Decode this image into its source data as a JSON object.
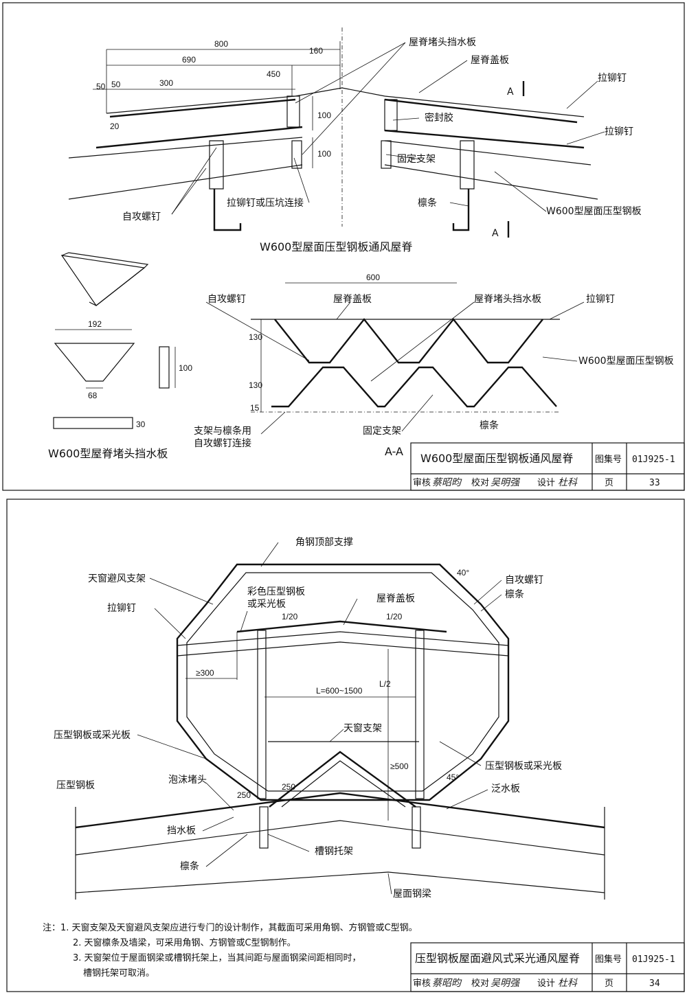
{
  "sheet1": {
    "view_title": "W600型屋面压型钢板通风屋脊",
    "dims": {
      "d800": "800",
      "d690": "690",
      "d160": "160",
      "d50a": "50",
      "d50b": "50",
      "d300": "300",
      "d450": "450",
      "d20": "20",
      "d100a": "100",
      "d100b": "100"
    },
    "labels": {
      "end_plate": "屋脊堵头挡水板",
      "ridge_cover": "屋脊盖板",
      "rivet1": "拉铆钉",
      "sealant": "密封胶",
      "rivet2": "拉铆钉",
      "fixed_bracket": "固定支架",
      "self_screw": "自攻螺钉",
      "rivet_or_press": "拉铆钉或压坑连接",
      "purlin": "檩条",
      "w600_plate": "W600型屋面压型钢板",
      "sec_a_top": "A",
      "sec_a_bot": "A"
    },
    "section": {
      "title": "A-A",
      "d600": "600",
      "d130a": "130",
      "d130b": "130",
      "d15": "15",
      "self_screw": "自攻螺钉",
      "ridge_cover": "屋脊盖板",
      "end_plate": "屋脊堵头挡水板",
      "rivet": "拉铆钉",
      "w600_plate": "W600型屋面压型钢板",
      "bracket_conn_1": "支架与檩条用",
      "bracket_conn_2": "自攻螺钉连接",
      "fixed_bracket": "固定支架",
      "purlin": "檩条"
    },
    "part": {
      "title": "W600型屋脊堵头挡水板",
      "d192": "192",
      "d68": "68",
      "d100": "100",
      "d30": "30"
    },
    "title_block": {
      "title": "W600型屋面压型钢板通风屋脊",
      "atlas_label": "图集号",
      "atlas_no": "01J925-1",
      "review_label": "审核",
      "review_sig": "蔡昭昀",
      "check_label": "校对",
      "check_sig": "吴明强",
      "design_label": "设计",
      "design_sig": "杜科",
      "page_label": "页",
      "page_no": "33"
    }
  },
  "sheet2": {
    "labels": {
      "angle_top": "角钢顶部支撑",
      "skylight_bracket": "天窗避风支架",
      "rivet": "拉铆钉",
      "color_plate_1": "彩色压型钢板",
      "color_plate_2": "或采光板",
      "ridge_cover": "屋脊盖板",
      "angle40": "40°",
      "self_screw": "自攻螺钉",
      "purlin_top": "檩条",
      "slope_left": "1/20",
      "slope_right": "1/20",
      "ge300": "≥300",
      "span": "L=600~1500",
      "half": "L/2",
      "plate_or_light_left": "压型钢板或采光板",
      "skylight_frame": "天窗支架",
      "ge500": "≥500",
      "plate_or_light_right": "压型钢板或采光板",
      "angle45": "45°",
      "foam_plug": "泡沫堵头",
      "d250a": "250",
      "d250b": "250",
      "flashing": "泛水板",
      "pressed_plate": "压型钢板",
      "water_board": "挡水板",
      "purlin_bot": "檩条",
      "channel_bracket": "槽钢托架",
      "roof_beam": "屋面钢梁"
    },
    "notes": [
      "注：1. 天窗支架及天窗避风支架应进行专门的设计制作，其截面可采用角钢、方钢管或C型钢。",
      "2. 天窗檩条及墙梁，可采用角钢、方钢管或C型钢制作。",
      "3. 天窗架位于屋面钢梁或槽钢托架上，当其间距与屋面钢梁间距相同时，",
      "槽钢托架可取消。"
    ],
    "title_block": {
      "title": "压型钢板屋面避风式采光通风屋脊",
      "atlas_label": "图集号",
      "atlas_no": "01J925-1",
      "review_label": "审核",
      "review_sig": "蔡昭昀",
      "check_label": "校对",
      "check_sig": "吴明强",
      "design_label": "设计",
      "design_sig": "杜科",
      "page_label": "页",
      "page_no": "34"
    }
  }
}
